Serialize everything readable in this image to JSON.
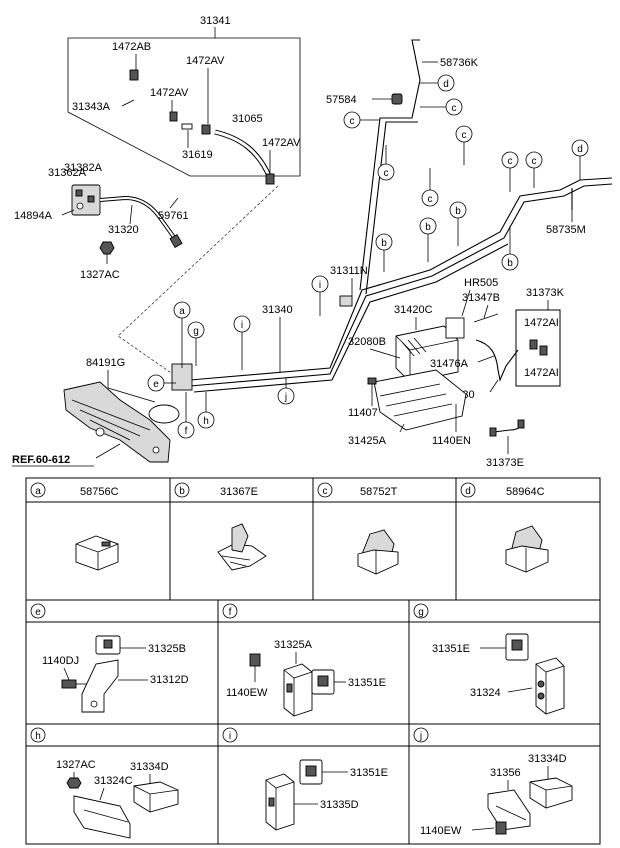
{
  "main_parts": {
    "assembly_top": "31341",
    "clamp_a1": "1472AB",
    "clamp_b1": "1472AV",
    "clamp_b2": "1472AV",
    "clamp_b3": "1472AV",
    "hose_a": "31343A",
    "hose_b": "31065",
    "connector": "31619",
    "sensor_upper": "31382A",
    "sensor_lower": "31362A",
    "bracket_left": "14894A",
    "pipe_left": "31320",
    "clip_left": "59761",
    "nut_left": "1327AC",
    "tube_upper": "58736K",
    "bolt_upper": "57584",
    "tube_right": "58735M",
    "line_main": "31311N",
    "line_lower": "31340",
    "grommet": "84191G",
    "reference": "REF.60-612",
    "hr_part": "HR505",
    "canister_bracket": "31347B",
    "filter_kit": "31373K",
    "clamp_c1": "1472AI",
    "clamp_c2": "1472AI",
    "canister": "31420C",
    "canister_cap": "32080B",
    "valve": "31476A",
    "hose_c": "31430",
    "bolt_a": "11407",
    "canister_tray": "31425A",
    "bolt_b": "1140EN",
    "hose_d": "31373E"
  },
  "callouts": {
    "a": "a",
    "b": "b",
    "c": "c",
    "d": "d",
    "e": "e",
    "f": "f",
    "g": "g",
    "h": "h",
    "i": "i",
    "j": "j"
  },
  "detail_cells": {
    "a": {
      "letter": "a",
      "part": "58756C"
    },
    "b": {
      "letter": "b",
      "part": "31367E"
    },
    "c": {
      "letter": "c",
      "part": "58752T"
    },
    "d": {
      "letter": "d",
      "part": "58964C"
    },
    "e": {
      "letter": "e",
      "parts": [
        "31325B",
        "1140DJ",
        "31312D"
      ]
    },
    "f": {
      "letter": "f",
      "parts": [
        "31325A",
        "1140EW",
        "31351E"
      ]
    },
    "g": {
      "letter": "g",
      "parts": [
        "31351E",
        "31324"
      ]
    },
    "h": {
      "letter": "h",
      "parts": [
        "1327AC",
        "31324C",
        "31334D"
      ]
    },
    "i": {
      "letter": "i",
      "parts": [
        "31351E",
        "31335D"
      ]
    },
    "j": {
      "letter": "j",
      "parts": [
        "31334D",
        "31356",
        "1140EW"
      ]
    }
  }
}
